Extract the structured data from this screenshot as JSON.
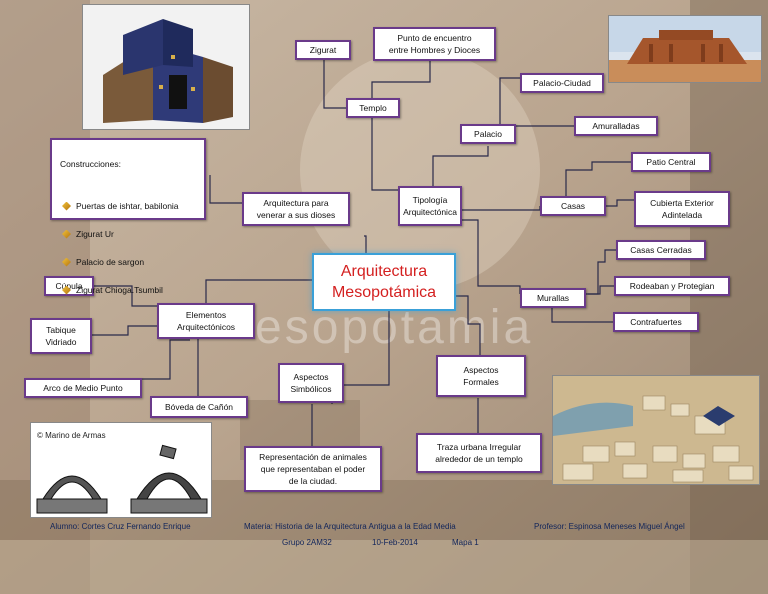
{
  "colors": {
    "node_border": "#6a3a8a",
    "center_border": "#3aa0d8",
    "center_text": "#d42020",
    "link": "#2a2a4a",
    "footer_text": "#10245a"
  },
  "diagram": {
    "center": "Arquitectura\nMesopotámica",
    "nodes": {
      "zigurat": "Zigurat",
      "punto": "Punto de encuentro\nentre Hombres y Dioces",
      "templo": "Templo",
      "palacio_ciudad": "Palacio-Ciudad",
      "palacio": "Palacio",
      "amuralladas": "Amuralladas",
      "patio": "Patio Central",
      "cubierta": "Cubierta Exterior\nAdintelada",
      "casas": "Casas",
      "tipologia": "Tipología\nArquitectónica",
      "venerar": "Arquitectura para\nvenerar a sus dioses",
      "casas_cerradas": "Casas Cerradas",
      "rodeaban": "Rodeaban y Protegian",
      "murallas": "Murallas",
      "contrafuertes": "Contrafuertes",
      "cupula": "Cúpula",
      "elementos": "Elementos\nArquitectónicos",
      "tabique": "Tabique\nVidriado",
      "arco": "Arco de Medio Punto",
      "boveda": "Bóveda de Cañón",
      "simbolicos": "Aspectos\nSimbólicos",
      "formales": "Aspectos\nFormales",
      "representacion": "Representación de animales\nque representaban el poder\nde la ciudad.",
      "traza": "Traza urbana Irregular\nalrededor de un templo"
    },
    "construcciones": {
      "title": "Construcciones:",
      "items": [
        "Puertas de ishtar, babilonia",
        "Zigurat Ur",
        "Palacio de sargon",
        "Zigurat Chioga.Tsumbil"
      ]
    },
    "image_caption": "© Marino de Armas"
  },
  "footer": {
    "alumno": "Alumno: Cortes Cruz Fernando Enrique",
    "materia": "Materia: Historia de la Arquitectura Antigua a la Edad Media",
    "profesor": "Profesor: Espinosa Meneses Miguel Ángel",
    "grupo": "Grupo  2AM32",
    "fecha": "10-Feb-2014",
    "mapa": "Mapa 1"
  }
}
